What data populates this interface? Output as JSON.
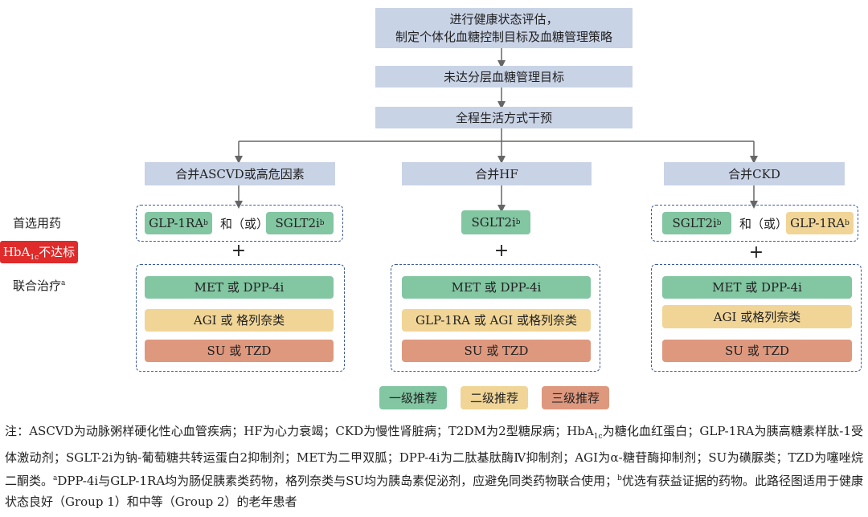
{
  "steps": {
    "assess_line1": "进行健康状态评估，",
    "assess_line2": "制定个体化血糖控制目标及血糖管理策略",
    "target": "未达分层血糖管理目标",
    "lifestyle": "全程生活方式干预"
  },
  "columns": [
    {
      "header": "合并ASCVD或高危因素",
      "preferred": [
        {
          "text": "GLP-1RA",
          "sup": "b",
          "level": "green"
        },
        {
          "text": "SGLT2i",
          "sup": "b",
          "level": "green"
        }
      ],
      "and_or": "和（或）",
      "combo": [
        {
          "text": "MET 或 DPP-4i",
          "level": "green"
        },
        {
          "text": "AGI 或 格列奈类",
          "level": "yellow"
        },
        {
          "text": "SU 或 TZD",
          "level": "orange"
        }
      ]
    },
    {
      "header": "合并HF",
      "preferred": [
        {
          "text": "SGLT2i",
          "sup": "b",
          "level": "green"
        }
      ],
      "and_or": "",
      "combo": [
        {
          "text": "MET 或 DPP-4i",
          "level": "green"
        },
        {
          "text": "GLP-1RA 或 AGI 或格列奈类",
          "level": "yellow"
        },
        {
          "text": "SU 或 TZD",
          "level": "orange"
        }
      ]
    },
    {
      "header": "合并CKD",
      "preferred": [
        {
          "text": "SGLT2i",
          "sup": "b",
          "level": "green"
        },
        {
          "text": "GLP-1RA",
          "sup": "b",
          "level": "yellow"
        }
      ],
      "and_or": "和（或）",
      "combo": [
        {
          "text": "MET 或 DPP-4i",
          "level": "green"
        },
        {
          "text": "AGI 或格列奈类",
          "level": "yellow"
        },
        {
          "text": "SU 或 TZD",
          "level": "orange"
        }
      ]
    }
  ],
  "side": {
    "preferred_label": "首选用药",
    "hba1c_main": "HbA",
    "hba1c_sub": "1c",
    "hba1c_tail": "不达标",
    "combo_label": "联合治疗",
    "combo_sup": "a",
    "plus": "+"
  },
  "legend": [
    {
      "label": "一级推荐",
      "level": "green"
    },
    {
      "label": "二级推荐",
      "level": "yellow"
    },
    {
      "label": "三级推荐",
      "level": "orange"
    }
  ],
  "note": {
    "p1": "注：ASCVD为动脉粥样硬化性心血管疾病；HF为心力衰竭；CKD为慢性肾脏病；T2DM为2型糖尿病；HbA",
    "p1_sub": "1c",
    "p2": "为糖化血红蛋白；GLP-1RA为胰高糖素样肽-1受体激动剂；SGLT-2i为钠-葡萄糖共转运蛋白2抑制剂；MET为二甲双胍；DPP-4i为二肽基肽酶Ⅳ抑制剂；AGI为α-糖苷酶抑制剂；SU为磺脲类；TZD为噻唑烷二酮类。",
    "p2_sup": "a",
    "p3": "DPP-4i与GLP-1RA均为肠促胰素类药物，格列奈类与SU均为胰岛素促泌剂，应避免同类药物联合使用；",
    "p3_sup": "b",
    "p4": "优选有获益证据的药物。此路径图适用于健康状态良好（Group 1）和中等（Group 2）的老年患者"
  },
  "colors": {
    "blue": "#c9d3e6",
    "green": "#82c6a2",
    "yellow": "#f1d597",
    "orange": "#de987e",
    "dash": "#3b5a9a",
    "arrow": "#666666",
    "badge": "#e02b2b"
  }
}
